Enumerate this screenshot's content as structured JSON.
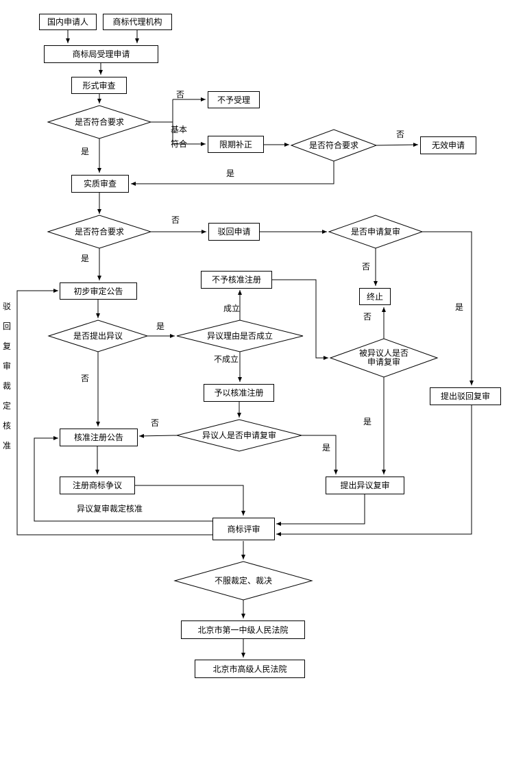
{
  "nodes": {
    "domestic_applicant": "国内申请人",
    "agency": "商标代理机构",
    "accept": "商标局受理申请",
    "formal_exam": "形式审查",
    "meets_req_1": "是否符合要求",
    "not_accepted": "不予受理",
    "correction": "限期补正",
    "meets_req_2": "是否符合要求",
    "invalid": "无效申请",
    "substantive_exam": "实质审查",
    "meets_req_3": "是否符合要求",
    "reject_application": "驳回申请",
    "apply_review": "是否申请复审",
    "terminate": "终止",
    "prelim_announce": "初步审定公告",
    "not_approve_reg": "不予核准注册",
    "opposition_filed": "是否提出异议",
    "opposition_grounds": "异议理由是否成立",
    "opposed_party_review": "被异议人是否申请复审",
    "approve_reg": "予以核准注册",
    "file_rejection_review": "提出驳回复审",
    "opponent_review": "异议人是否申请复审",
    "approved_announce": "核准注册公告",
    "file_opposition_review": "提出异议复审",
    "trademark_dispute": "注册商标争议",
    "trademark_review": "商标评审",
    "dissatisfied": "不服裁定、裁决",
    "court_intermediate": "北京市第一中级人民法院",
    "court_high": "北京市高级人民法院"
  },
  "labels": {
    "no_1": "否",
    "basic_conform": "基本符合",
    "no_2": "否",
    "yes_to_substantive": "是",
    "yes_from_formal": "是",
    "no_3": "否",
    "yes_to_prelim": "是",
    "no_to_terminate": "否",
    "yes_to_rejection_review": "是",
    "yes_to_grounds": "是",
    "no_to_announce": "否",
    "established": "成立",
    "not_established": "不成立",
    "no_to_terminate_2": "否",
    "yes_to_opposition_review": "是",
    "no_to_announce_2": "否",
    "yes_to_opposition_review_2": "是",
    "opposition_ruling_approved": "异议复审裁定核准",
    "rejection_ruling_approved": "驳回复审裁定核准"
  },
  "colors": {
    "line": "#000000",
    "box_background": "#ffffff",
    "text": "#000000",
    "page_background": "#ffffff"
  }
}
